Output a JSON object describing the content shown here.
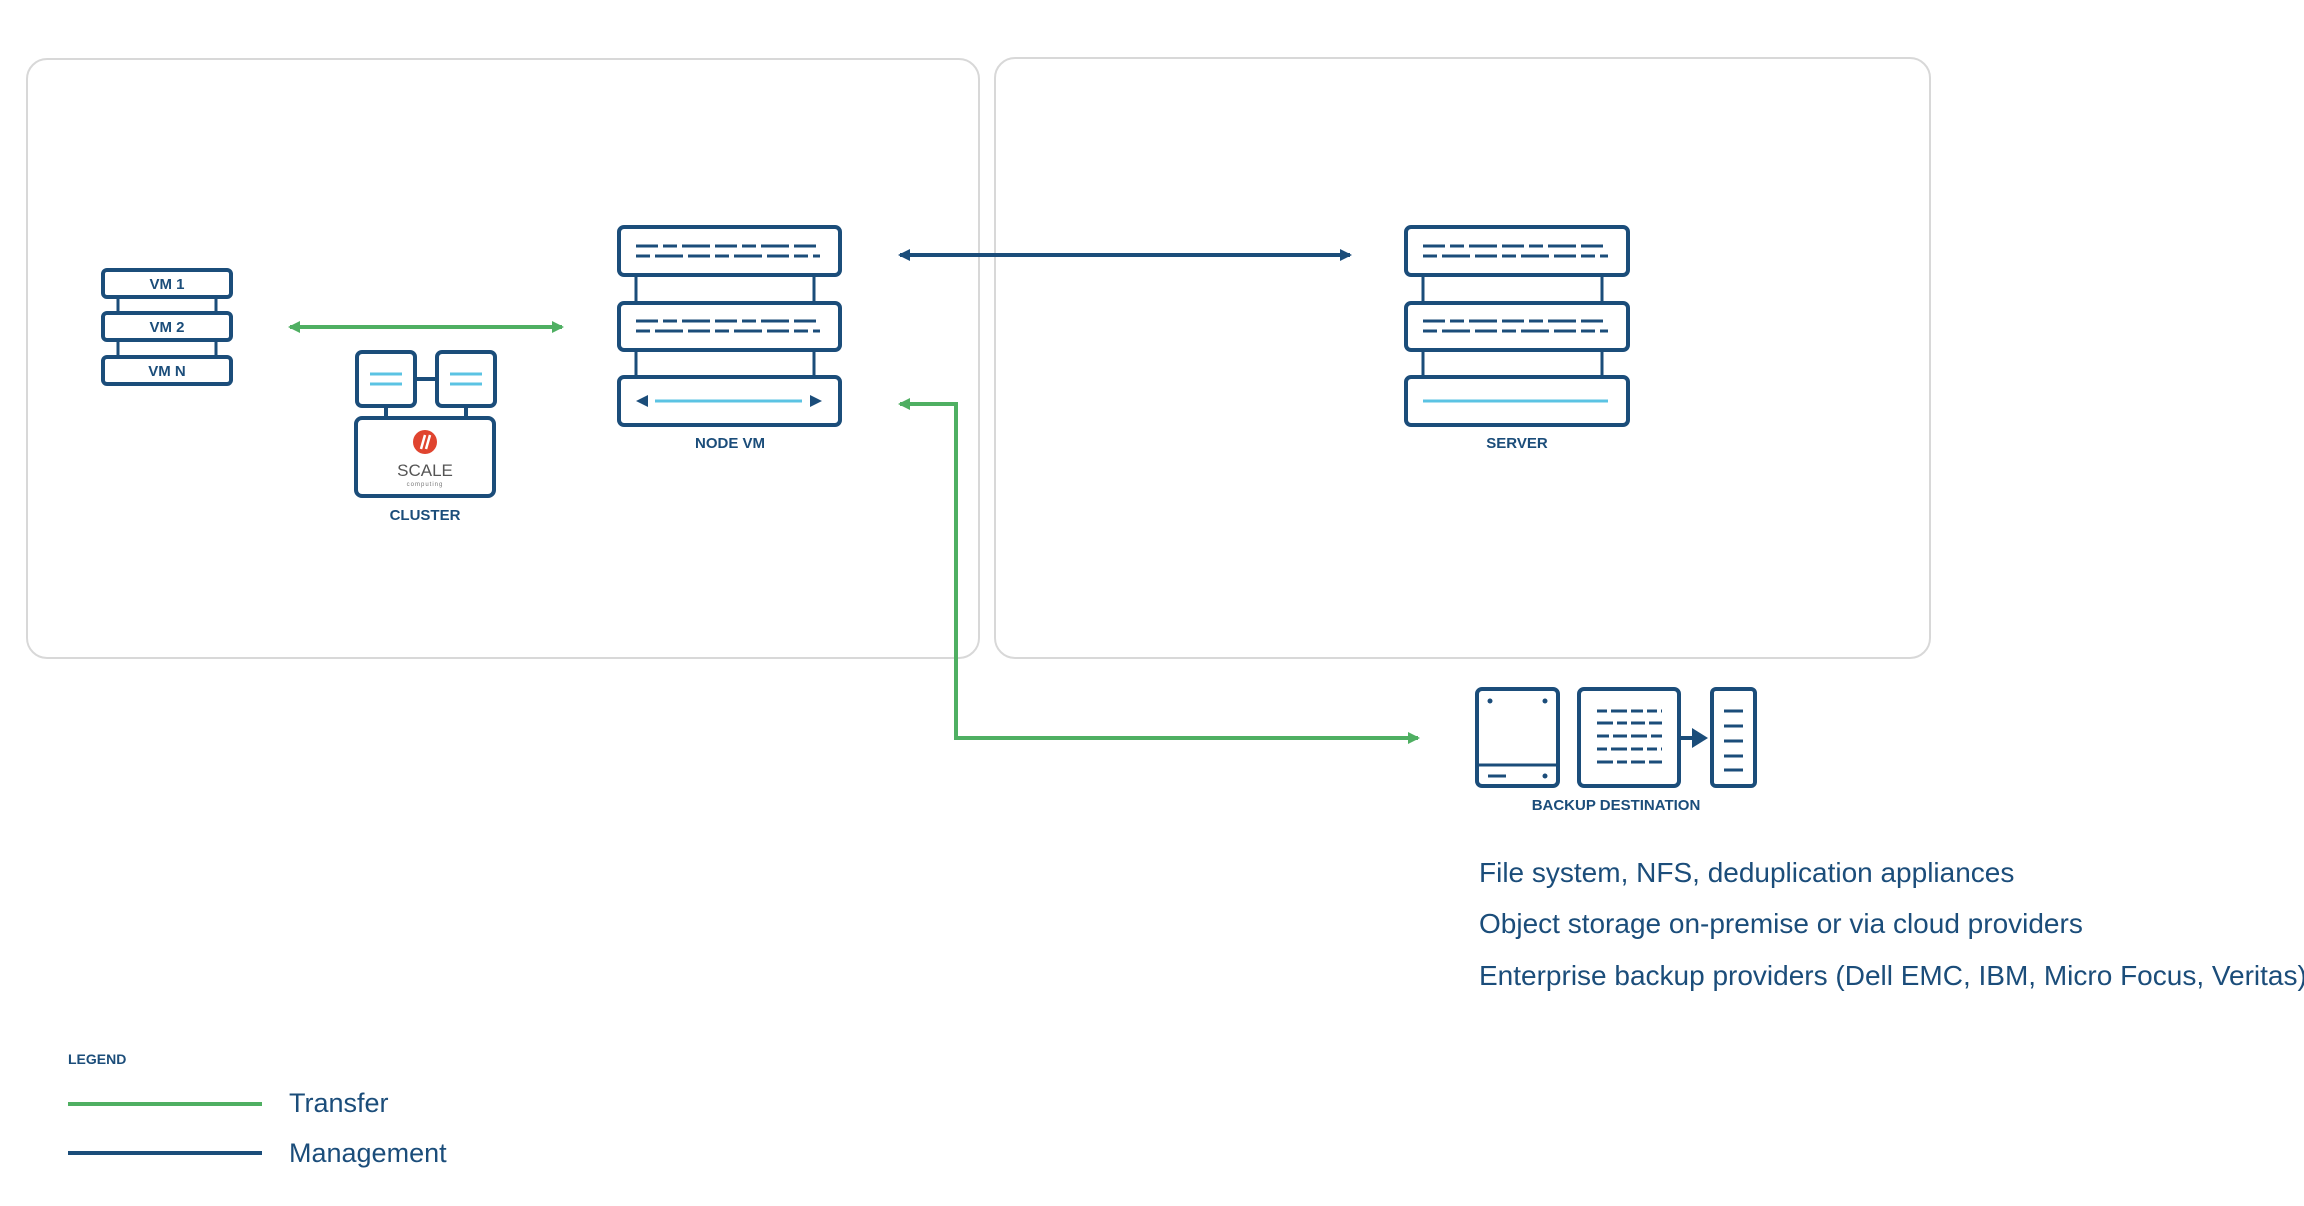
{
  "labels": {
    "vm1": "VM 1",
    "vm2": "VM 2",
    "vmn": "VM N",
    "cluster": "CLUSTER",
    "scale_logo": "SCALE",
    "scale_logo_sub": "computing",
    "node_vm": "NODE VM",
    "server": "SERVER",
    "backup_destination": "BACKUP DESTINATION"
  },
  "backup_notes": [
    "File system, NFS, deduplication appliances",
    "Object storage on-premise or via cloud providers",
    "Enterprise backup providers (Dell EMC, IBM, Micro Focus, Veritas)"
  ],
  "legend": {
    "title": "LEGEND",
    "transfer": "Transfer",
    "management": "Management"
  },
  "colors": {
    "navy": "#1b4d7a",
    "green": "#4faf62",
    "light_blue": "#5bc3e3",
    "logo_red": "#e0442f",
    "panel_border": "#d8d8d8"
  }
}
